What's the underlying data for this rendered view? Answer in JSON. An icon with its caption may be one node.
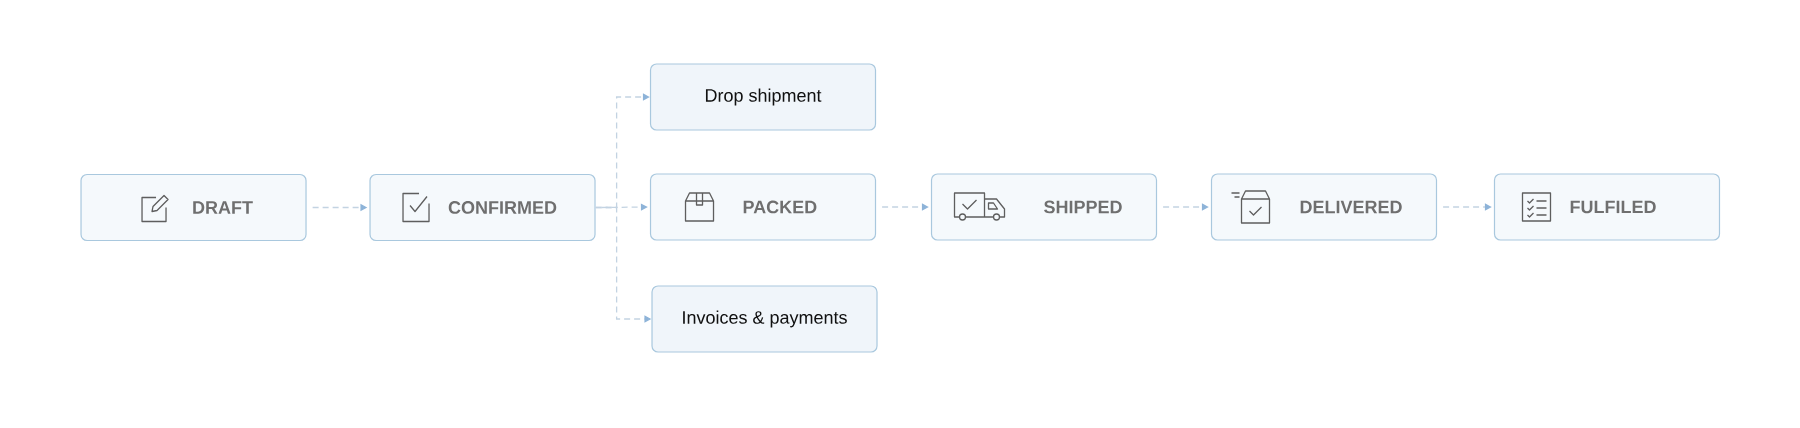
{
  "diagram": {
    "nodes": [
      {
        "text": [
          "DRAFT"
        ]
      },
      {
        "text": [
          "CONFIRMED"
        ]
      },
      {
        "text": [
          "Drop shipment"
        ]
      },
      {
        "text": [
          "PACKED"
        ]
      },
      {
        "text": [
          "Invoices & payments"
        ]
      },
      {
        "text": [
          "SHIPPED"
        ]
      },
      {
        "text": [
          "DELIVERED"
        ]
      },
      {
        "text": [
          "FULFILED"
        ]
      }
    ],
    "edges": [
      {
        "from": 0,
        "to": 1,
        "arrow": "to",
        "style": "dashed"
      },
      {
        "from": 1,
        "to": 2,
        "arrow": "to",
        "style": "dashed"
      },
      {
        "from": 1,
        "to": 3,
        "arrow": "to",
        "style": "dashed"
      },
      {
        "from": 1,
        "to": 4,
        "arrow": "to",
        "style": "dashed"
      },
      {
        "from": 3,
        "to": 5,
        "arrow": "to",
        "style": "dashed"
      },
      {
        "from": 5,
        "to": 6,
        "arrow": "to",
        "style": "dashed"
      },
      {
        "from": 6,
        "to": 7,
        "arrow": "to",
        "style": "dashed"
      }
    ]
  }
}
